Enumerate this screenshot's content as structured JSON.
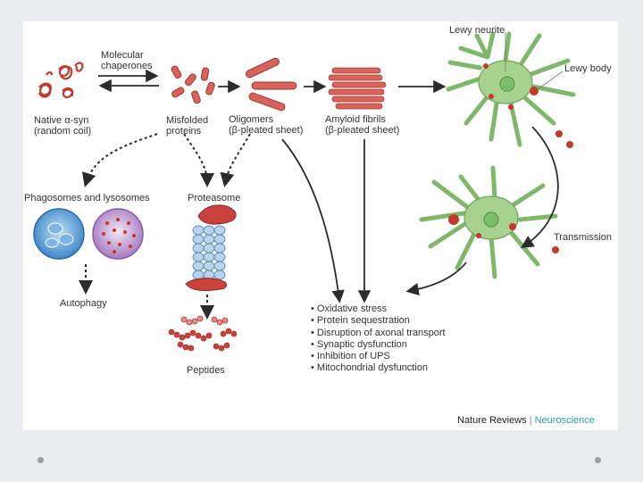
{
  "labels": {
    "native": "Native α-syn\n(random coil)",
    "chaperones": "Molecular\nchaperones",
    "misfolded": "Misfolded\nproteins",
    "oligomers": "Oligomers\n(β-pleated sheet)",
    "fibrils": "Amyloid fibrils\n(β-pleated sheet)",
    "lewy_neurite": "Lewy neurite",
    "lewy_body": "Lewy body",
    "phagosomes": "Phagosomes and lysosomes",
    "proteasome": "Proteasome",
    "autophagy": "Autophagy",
    "peptides": "Peptides",
    "transmission": "Transmission"
  },
  "effects": [
    "Oxidative stress",
    "Protein sequestration",
    "Disruption of axonal transport",
    "Synaptic dysfunction",
    "Inhibition of UPS",
    "Mitochondrial dysfunction"
  ],
  "credit": {
    "journal": "Nature Reviews",
    "separator": "|",
    "subject": "Neuroscience"
  },
  "colors": {
    "protein": "#c9423c",
    "protein_light": "#e4908a",
    "neuron": "#a6d18f",
    "neuron_stroke": "#6fa55d",
    "proteasome": "#b9d3ea",
    "phagosome": "#4d8fce",
    "lysosome": "#b58fc7",
    "accent": "#2aa2a0"
  }
}
